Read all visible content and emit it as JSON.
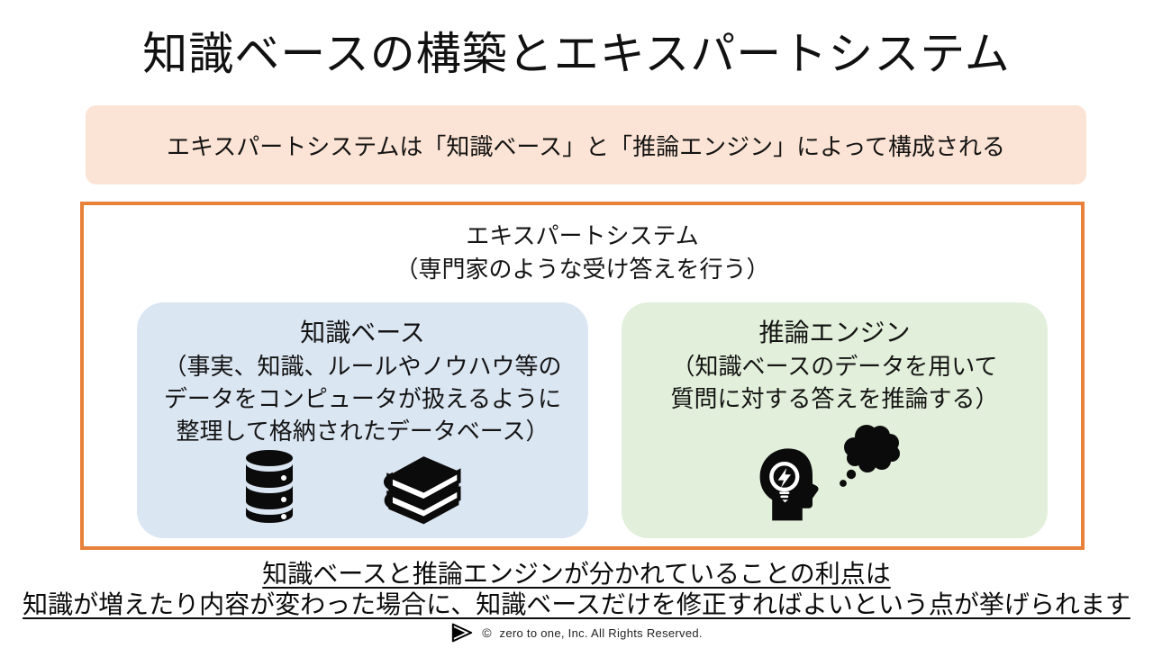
{
  "slide": {
    "title": "知識ベースの構築とエキスパートシステム",
    "banner": {
      "text": "エキスパートシステムは「知識ベース」と「推論エンジン」によって構成される",
      "bg": "#FBE4D5"
    },
    "system_box": {
      "heading_line1": "エキスパートシステム",
      "heading_line2": "（専門家のような受け答えを行う）",
      "border_color": "#E8813A",
      "knowledge_base": {
        "title": "知識ベース",
        "desc_line1": "（事実、知識、ルールやノウハウ等の",
        "desc_line2": "データをコンピュータが扱えるように",
        "desc_line3": "整理して格納されたデータベース）",
        "bg": "#DBE6F3",
        "icons": [
          "database-icon",
          "books-icon"
        ]
      },
      "inference_engine": {
        "title": "推論エンジン",
        "desc_line1": "（知識ベースのデータを用いて",
        "desc_line2": "質問に対する答えを推論する）",
        "bg": "#E2EFDA",
        "icons": [
          "thinking-head-icon",
          "thought-cloud-icon"
        ]
      }
    },
    "note": {
      "line1": "知識ベースと推論エンジンが分かれていることの利点は",
      "line2": "知識が増えたり内容が変わった場合に、知識ベースだけを修正すればよいという点が挙げられます"
    },
    "footer": {
      "symbol": "©",
      "text": "zero to one, Inc. All Rights Reserved."
    },
    "colors": {
      "icon_color": "#0b0b0b",
      "text_color": "#0d0d0d",
      "background": "#ffffff"
    }
  }
}
